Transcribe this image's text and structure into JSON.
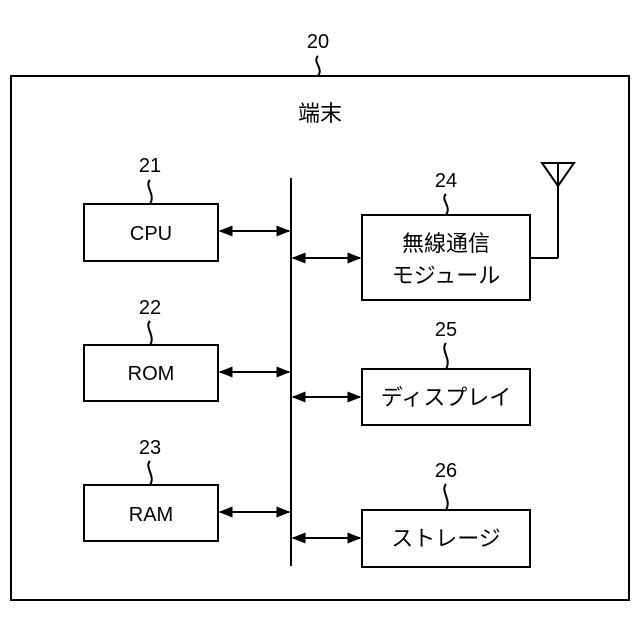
{
  "figure_ref": "20",
  "terminal_label": "端末",
  "blocks": {
    "cpu": {
      "ref": "21",
      "label": "CPU"
    },
    "rom": {
      "ref": "22",
      "label": "ROM"
    },
    "ram": {
      "ref": "23",
      "label": "RAM"
    },
    "wireless": {
      "ref": "24",
      "label_line1": "無線通信",
      "label_line2": "モジュール"
    },
    "display": {
      "ref": "25",
      "label": "ディスプレイ"
    },
    "storage": {
      "ref": "26",
      "label": "ストレージ"
    }
  },
  "antenna_icon": "antenna-icon"
}
